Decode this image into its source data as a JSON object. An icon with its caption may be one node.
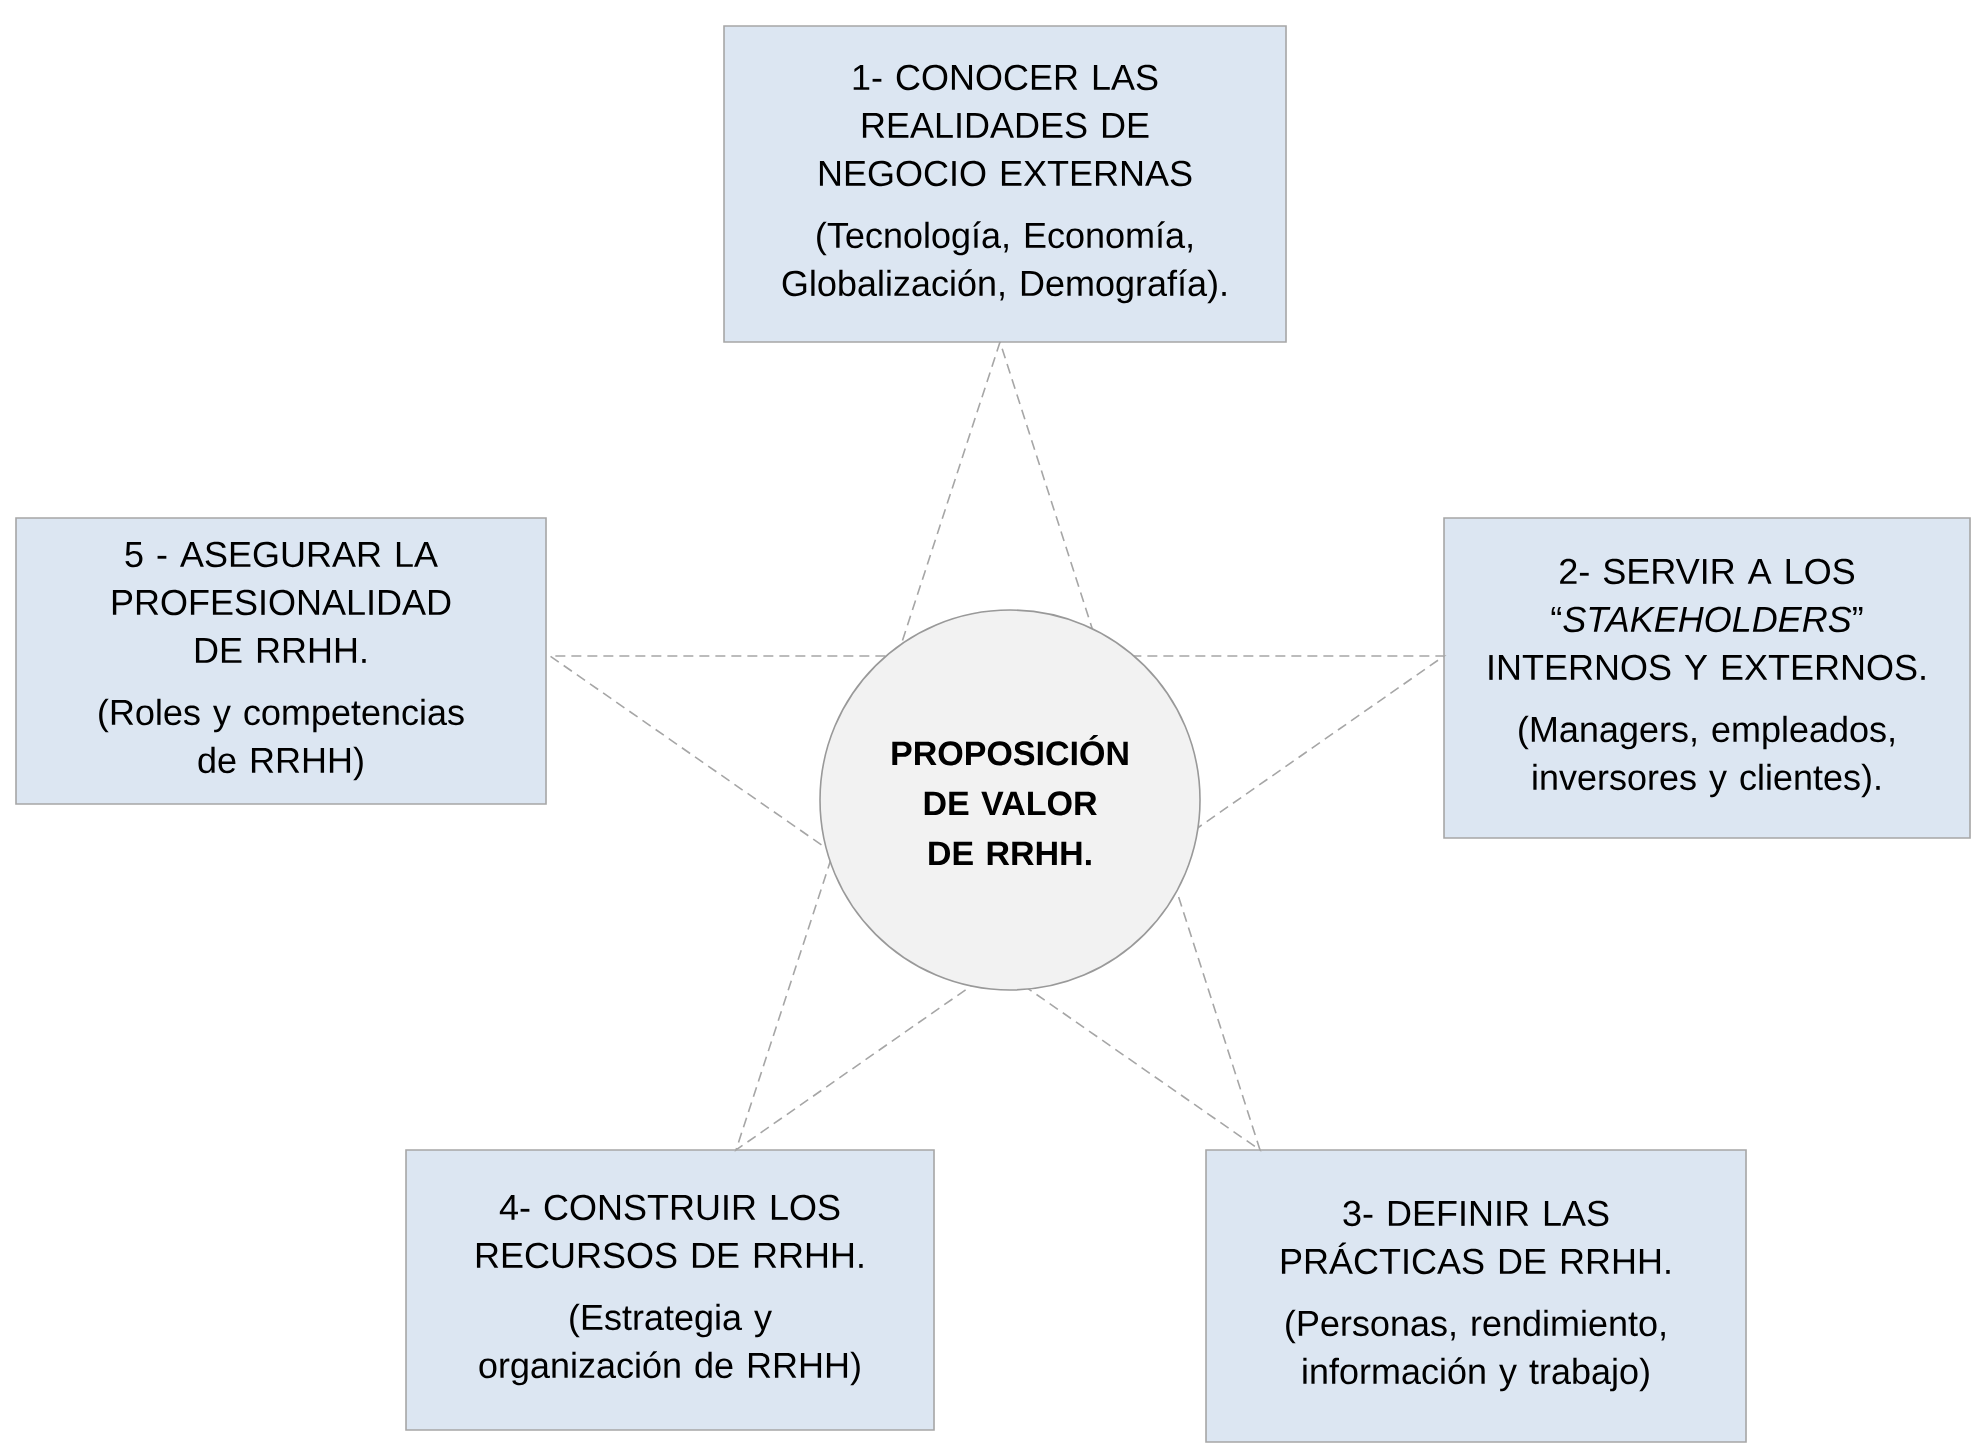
{
  "diagram": {
    "nodes": [
      {
        "text": [
          "1- CONOCER LAS REALIDADES DE NEGOCIO EXTERNAS",
          "(Tecnología, Economía, Globalización, Demografía)."
        ]
      },
      {
        "text": [
          "2- SERVIR A LOS “*STAKEHOLDERS*” INTERNOS Y EXTERNOS.",
          "(Managers, empleados, inversores y clientes)."
        ]
      },
      {
        "text": [
          "3- DEFINIR LAS PRÁCTICAS DE RRHH.",
          "(Personas, rendimiento, información y trabajo)"
        ]
      },
      {
        "text": [
          "4- CONSTRUIR LOS RECURSOS DE RRHH.",
          "(Estrategia y organización de RRHH)"
        ]
      },
      {
        "text": [
          "5 - ASEGURAR LA PROFESIONALIDAD DE RRHH.",
          "(Roles y competencias de RRHH)"
        ]
      },
      {
        "text": [
          "PROPOSICIÓN DE VALOR DE RRHH."
        ]
      }
    ]
  }
}
